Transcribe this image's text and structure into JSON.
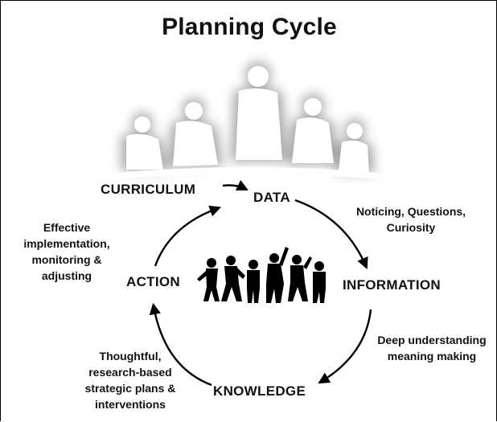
{
  "title": "Planning Cycle",
  "stages": {
    "curriculum": "CURRICULUM",
    "data": "DATA",
    "information": "INFORMATION",
    "knowledge": "KNOWLEDGE",
    "action": "ACTION"
  },
  "notes": {
    "data_to_information": [
      "Noticing, Questions,",
      "Curiosity"
    ],
    "information_to_knowledge": [
      "Deep understanding",
      "meaning making"
    ],
    "knowledge_to_action": [
      "Thoughtful,",
      "research-based",
      "strategic plans &",
      "interventions"
    ],
    "action_to_curriculum": [
      "Effective",
      "implementation,",
      "monitoring &",
      "adjusting"
    ]
  },
  "images": {
    "top": "adults-meeting-silhouette",
    "center": "children-silhouettes"
  },
  "colors": {
    "text": "#111111",
    "arrow": "#000000",
    "silhouette_glow": "#d9d9d9"
  }
}
